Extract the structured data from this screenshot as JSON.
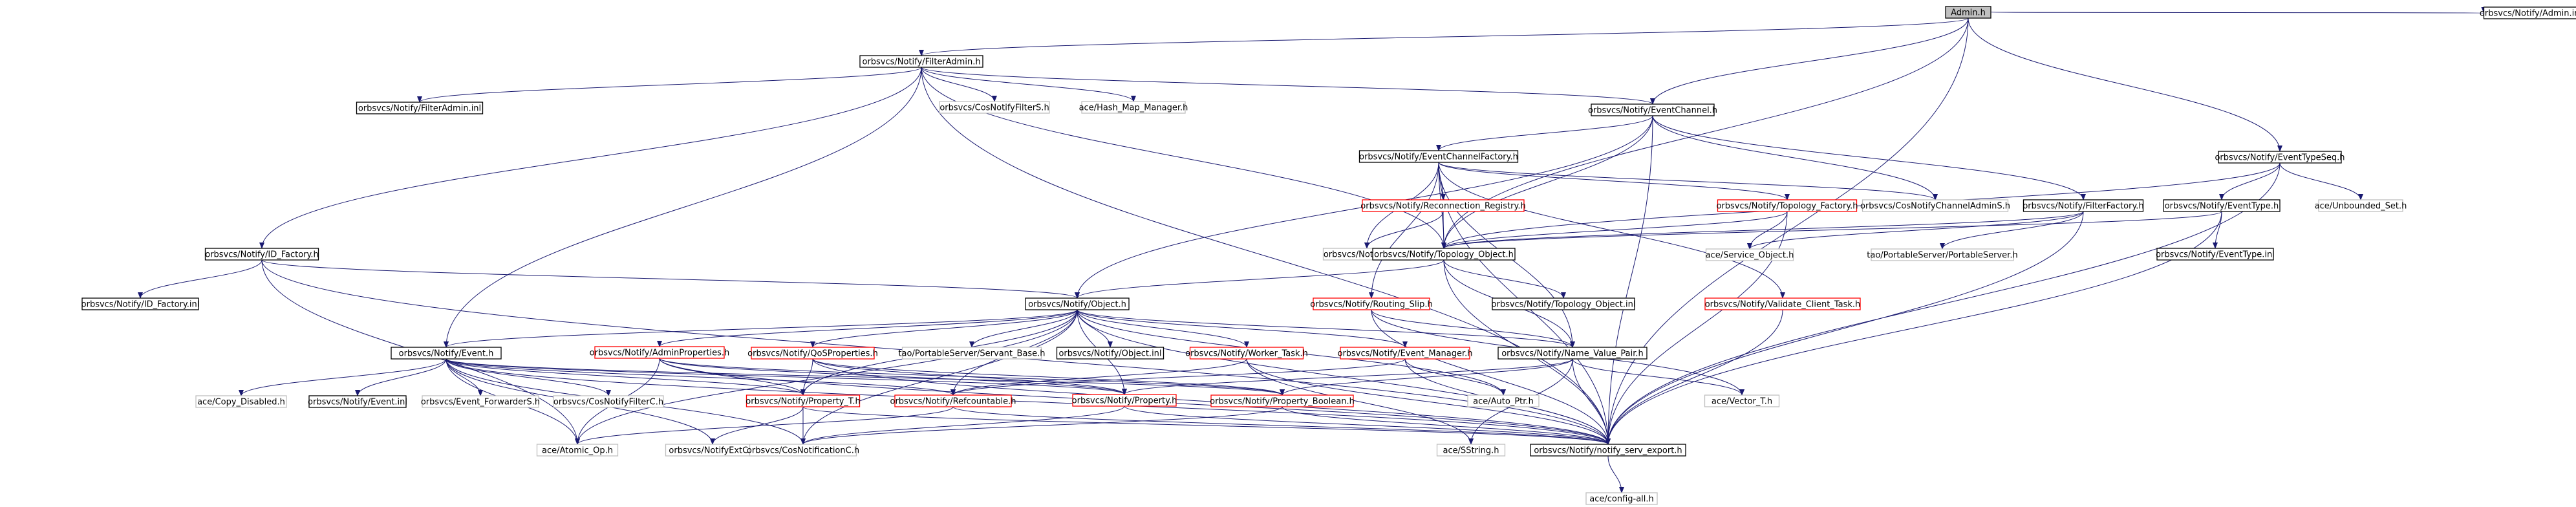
{
  "colors": {
    "edge": "#191970",
    "edge_gray": "#a0a0a0",
    "box_black": "#000000",
    "box_red": "#ff0000",
    "box_gray": "#bfbfbf",
    "root_fill": "#c0c0c0"
  },
  "nodes": [
    {
      "id": "root",
      "label": "Admin.h",
      "style": "root"
    },
    {
      "id": "fadm",
      "label": "orbsvcs/Notify/FilterAdmin.h",
      "style": "black"
    },
    {
      "id": "admininl",
      "label": "orbsvcs/Notify/Admin.inl",
      "style": "black"
    },
    {
      "id": "fadminl",
      "label": "orbsvcs/Notify/FilterAdmin.inl",
      "style": "black"
    },
    {
      "id": "cosfs",
      "label": "orbsvcs/CosNotifyFilterS.h",
      "style": "gray"
    },
    {
      "id": "hashmap",
      "label": "ace/Hash_Map_Manager.h",
      "style": "gray"
    },
    {
      "id": "evch",
      "label": "orbsvcs/Notify/EventChannel.h",
      "style": "black"
    },
    {
      "id": "evchf",
      "label": "orbsvcs/Notify/EventChannelFactory.h",
      "style": "black"
    },
    {
      "id": "evts",
      "label": "orbsvcs/Notify/EventTypeSeq.h",
      "style": "black"
    },
    {
      "id": "recon",
      "label": "orbsvcs/Notify/Reconnection_Registry.h",
      "style": "red"
    },
    {
      "id": "topof",
      "label": "orbsvcs/Notify/Topology_Factory.h",
      "style": "red"
    },
    {
      "id": "coschas",
      "label": "orbsvcs/CosNotifyChannelAdminS.h",
      "style": "gray"
    },
    {
      "id": "filtf",
      "label": "orbsvcs/Notify/FilterFactory.h",
      "style": "black"
    },
    {
      "id": "evtype",
      "label": "orbsvcs/Notify/EventType.h",
      "style": "black"
    },
    {
      "id": "unbset",
      "label": "ace/Unbounded_Set.h",
      "style": "gray"
    },
    {
      "id": "idf",
      "label": "orbsvcs/Notify/ID_Factory.h",
      "style": "black"
    },
    {
      "id": "exts",
      "label": "orbsvcs/NotifyExtS.h",
      "style": "gray"
    },
    {
      "id": "topoobj",
      "label": "orbsvcs/Notify/Topology_Object.h",
      "style": "black"
    },
    {
      "id": "svcobj",
      "label": "ace/Service_Object.h",
      "style": "gray"
    },
    {
      "id": "pss",
      "label": "tao/PortableServer/PortableServer.h",
      "style": "gray"
    },
    {
      "id": "evtypeinl",
      "label": "orbsvcs/Notify/EventType.inl",
      "style": "black"
    },
    {
      "id": "idfinl",
      "label": "orbsvcs/Notify/ID_Factory.inl",
      "style": "black"
    },
    {
      "id": "obj",
      "label": "orbsvcs/Notify/Object.h",
      "style": "black"
    },
    {
      "id": "routing",
      "label": "orbsvcs/Notify/Routing_Slip.h",
      "style": "red"
    },
    {
      "id": "topoinl",
      "label": "orbsvcs/Notify/Topology_Object.inl",
      "style": "black"
    },
    {
      "id": "validate",
      "label": "orbsvcs/Notify/Validate_Client_Task.h",
      "style": "red"
    },
    {
      "id": "event",
      "label": "orbsvcs/Notify/Event.h",
      "style": "black"
    },
    {
      "id": "adminp",
      "label": "orbsvcs/Notify/AdminProperties.h",
      "style": "red"
    },
    {
      "id": "qosp",
      "label": "orbsvcs/Notify/QoSProperties.h",
      "style": "red"
    },
    {
      "id": "servbase",
      "label": "tao/PortableServer/Servant_Base.h",
      "style": "gray"
    },
    {
      "id": "objinl",
      "label": "orbsvcs/Notify/Object.inl",
      "style": "black"
    },
    {
      "id": "worker",
      "label": "orbsvcs/Notify/Worker_Task.h",
      "style": "red"
    },
    {
      "id": "evmgr",
      "label": "orbsvcs/Notify/Event_Manager.h",
      "style": "red"
    },
    {
      "id": "nvp",
      "label": "orbsvcs/Notify/Name_Value_Pair.h",
      "style": "black"
    },
    {
      "id": "copydis",
      "label": "ace/Copy_Disabled.h",
      "style": "gray"
    },
    {
      "id": "eventinl",
      "label": "orbsvcs/Notify/Event.inl",
      "style": "black"
    },
    {
      "id": "evfs",
      "label": "orbsvcs/Event_ForwarderS.h",
      "style": "gray"
    },
    {
      "id": "cosfc",
      "label": "orbsvcs/CosNotifyFilterC.h",
      "style": "gray"
    },
    {
      "id": "propt",
      "label": "orbsvcs/Notify/Property_T.h",
      "style": "red"
    },
    {
      "id": "refc",
      "label": "orbsvcs/Notify/Refcountable.h",
      "style": "red"
    },
    {
      "id": "prop",
      "label": "orbsvcs/Notify/Property.h",
      "style": "red"
    },
    {
      "id": "propb",
      "label": "orbsvcs/Notify/Property_Boolean.h",
      "style": "red"
    },
    {
      "id": "autoptr",
      "label": "ace/Auto_Ptr.h",
      "style": "gray"
    },
    {
      "id": "vectort",
      "label": "ace/Vector_T.h",
      "style": "gray"
    },
    {
      "id": "atomic",
      "label": "ace/Atomic_Op.h",
      "style": "gray"
    },
    {
      "id": "extc",
      "label": "orbsvcs/NotifyExtC.h",
      "style": "gray"
    },
    {
      "id": "cosnc",
      "label": "orbsvcs/CosNotificationC.h",
      "style": "gray"
    },
    {
      "id": "sstring",
      "label": "ace/SString.h",
      "style": "gray"
    },
    {
      "id": "export",
      "label": "orbsvcs/Notify/notify_serv_export.h",
      "style": "black"
    },
    {
      "id": "cfgall",
      "label": "ace/config-all.h",
      "style": "gray"
    }
  ]
}
